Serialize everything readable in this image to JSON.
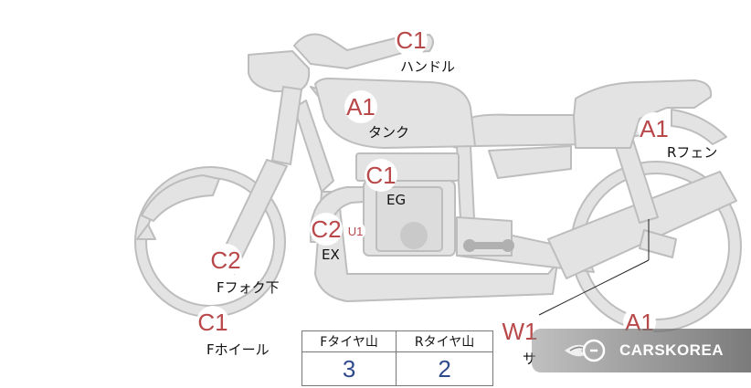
{
  "tags": {
    "handle": "C1",
    "tank": "A1",
    "engine": "C1",
    "exhaust": "C2",
    "exhaust_sub": "U1",
    "rear_fender": "A1",
    "front_fork": "C2",
    "front_wheel": "C1",
    "rear_wheel": "A1",
    "bottom": "W1"
  },
  "labels": {
    "handle": "ハンドル",
    "tank": "タンク",
    "engine": "EG",
    "exhaust": "EX",
    "rear_fender": "Rフェン",
    "front_fork": "Fフォク下",
    "front_wheel": "Fホイール",
    "bottom": "サ"
  },
  "tread_table": {
    "front_header": "Fタイヤ山",
    "rear_header": "Rタイヤ山",
    "front_value": "3",
    "rear_value": "2"
  },
  "watermark": {
    "text": "CARSKOREA",
    "icon": "carskorea-logo-icon"
  },
  "colors": {
    "body_fill": "#e3e3e3",
    "body_stroke": "#bdbdbd",
    "tag_text": "#b8484a",
    "table_value": "#2f4a8c"
  }
}
